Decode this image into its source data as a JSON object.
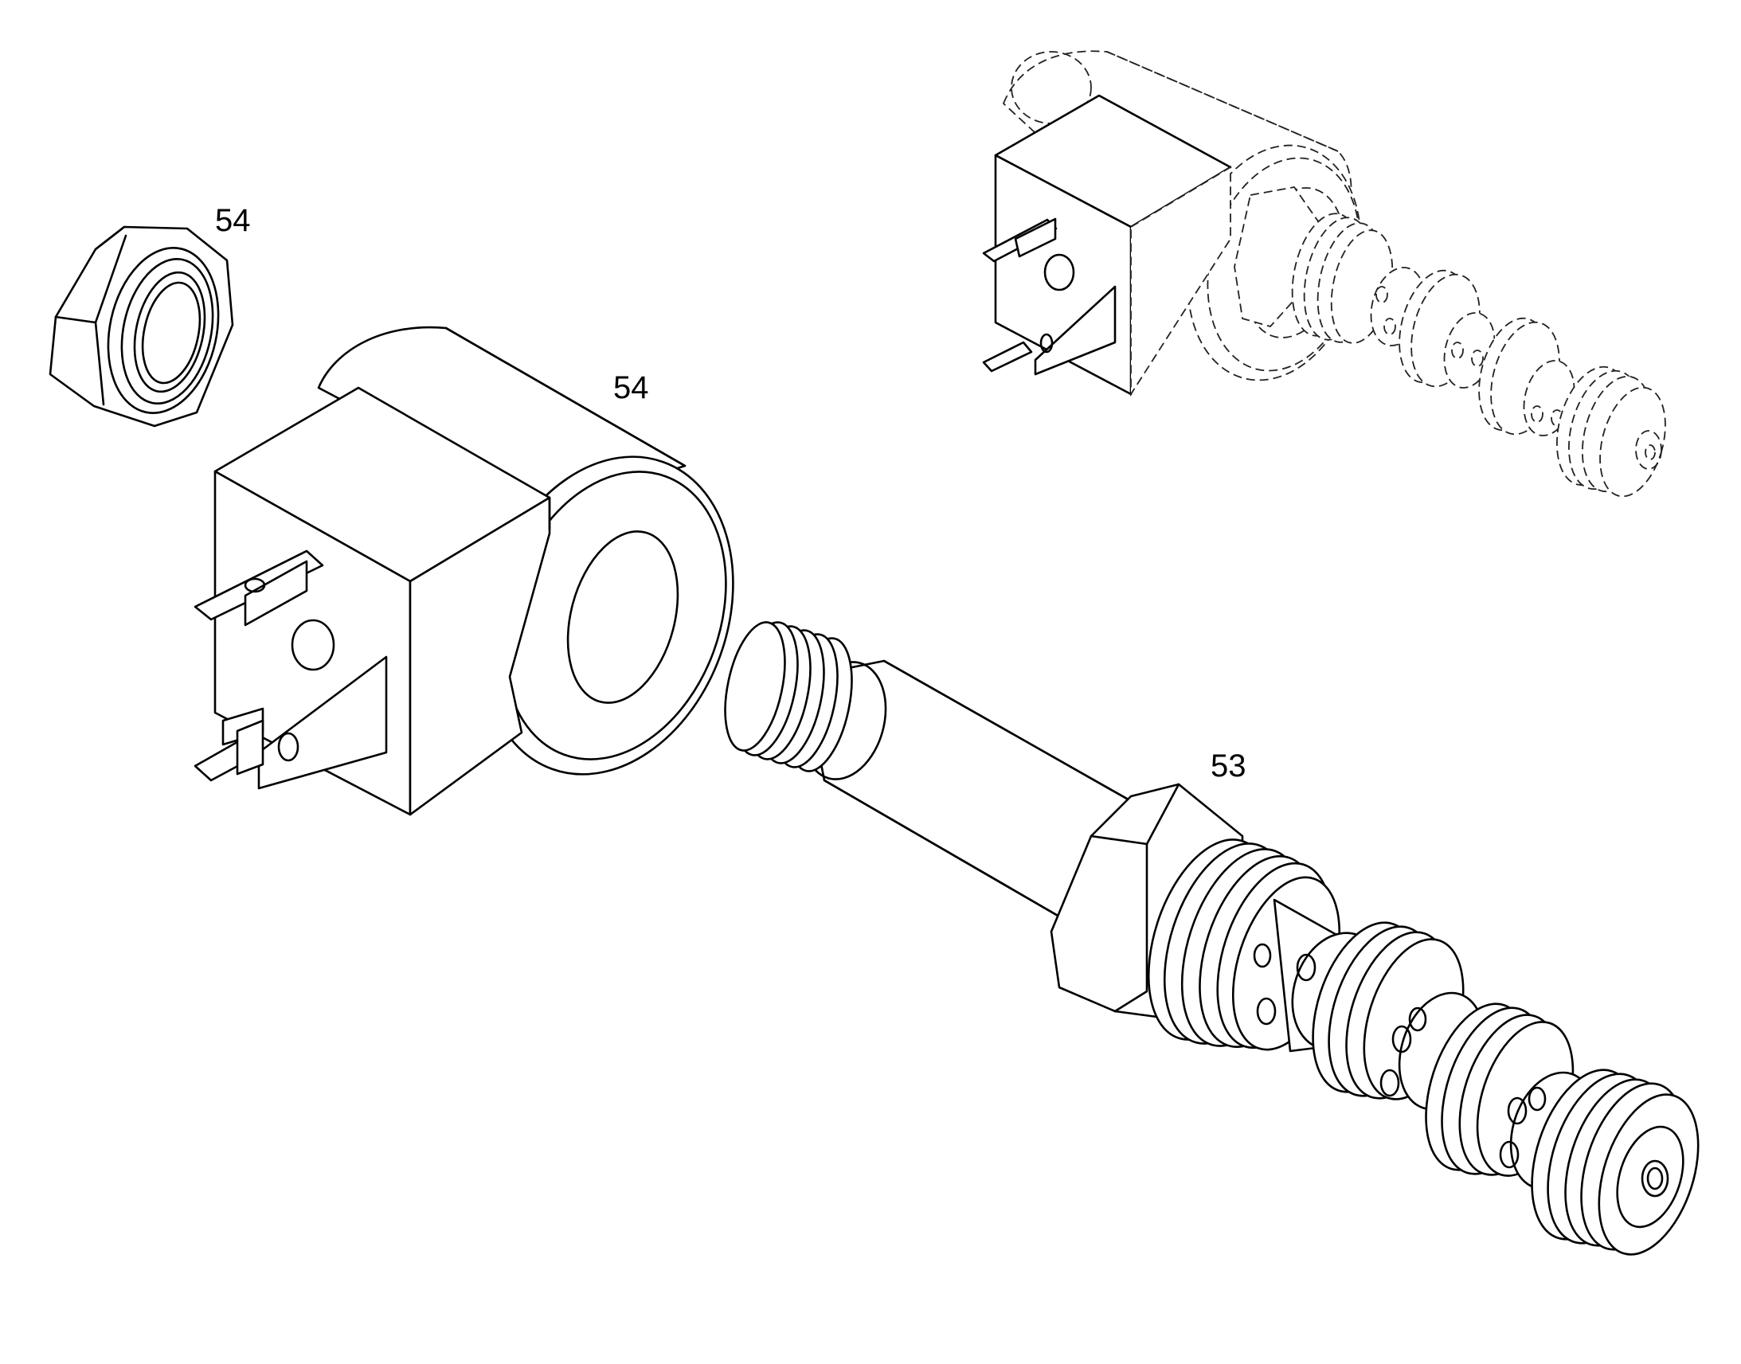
{
  "callouts": {
    "nut": "54",
    "coil": "54",
    "cartridge": "53"
  }
}
